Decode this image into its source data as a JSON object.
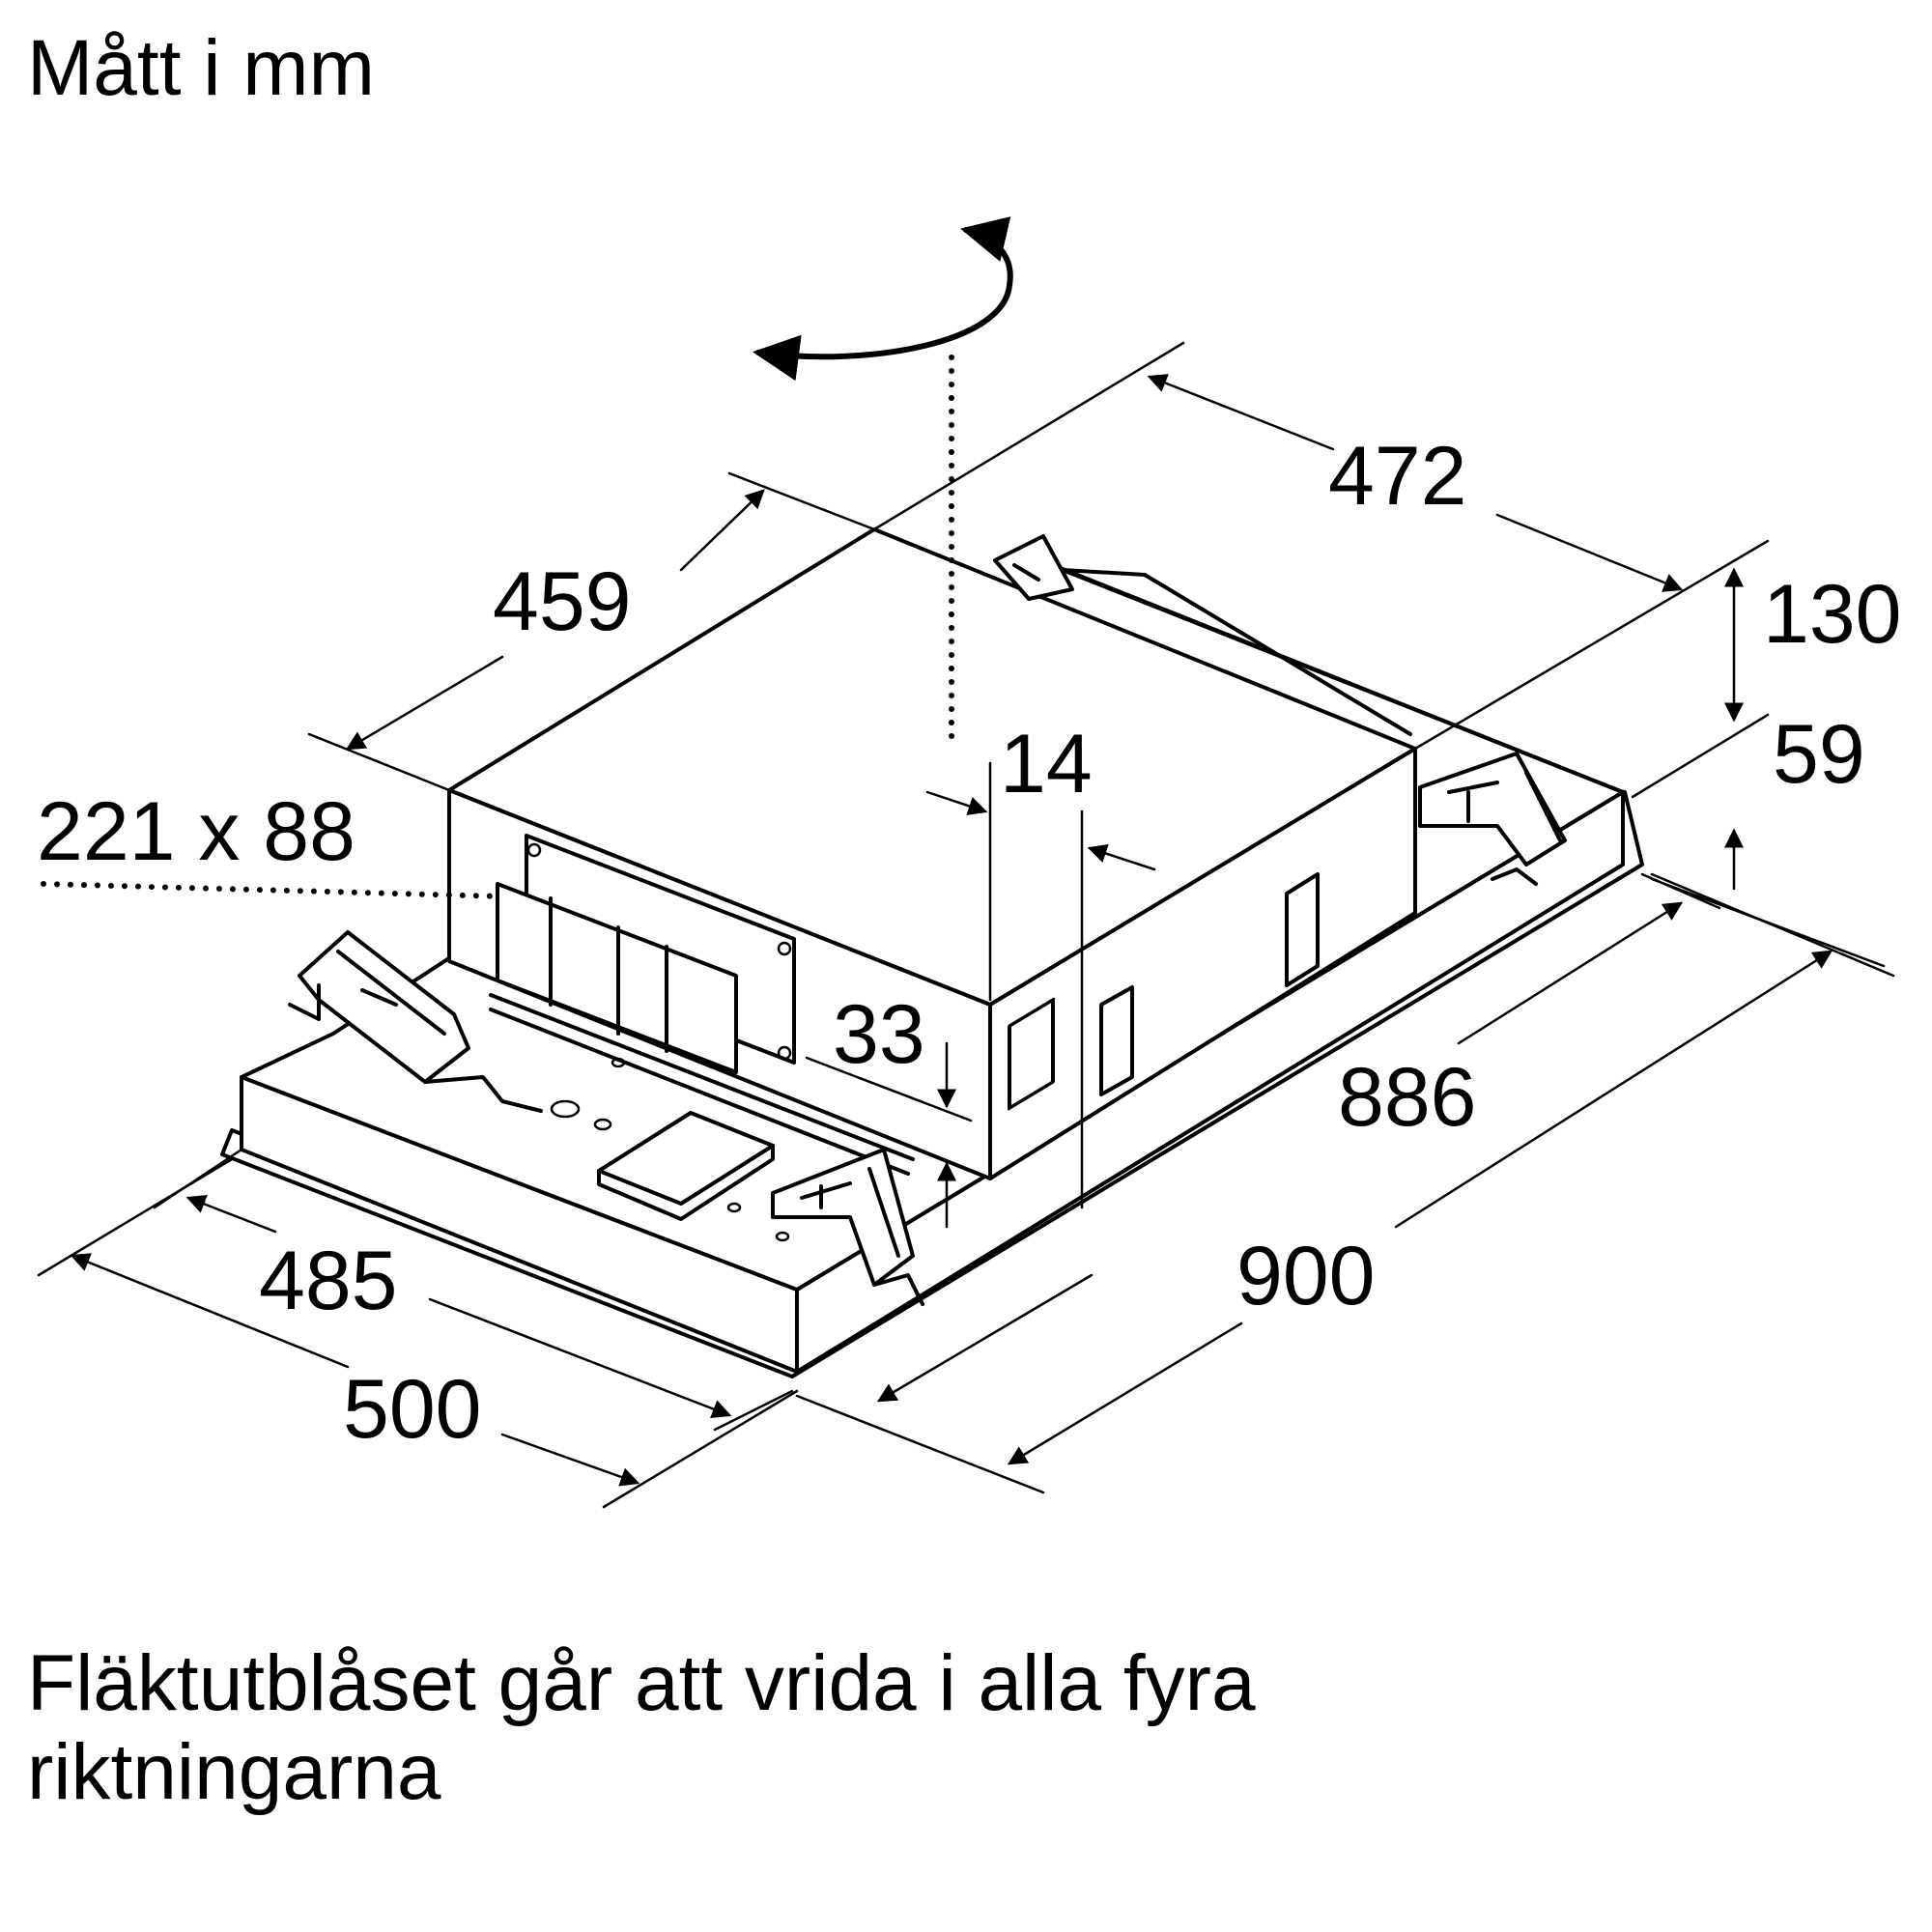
{
  "heading": "Mått i mm",
  "caption_line1": "Fläktutblåset går att vrida i alla fyra",
  "caption_line2": "riktningarna",
  "dimensions": {
    "d472": "472",
    "d459": "459",
    "d130": "130",
    "d14": "14",
    "d59": "59",
    "d221x88": "221 x 88",
    "d33": "33",
    "d886": "886",
    "d485": "485",
    "d900": "900",
    "d500": "500"
  },
  "icons": [
    "rotation-arrow-icon"
  ]
}
